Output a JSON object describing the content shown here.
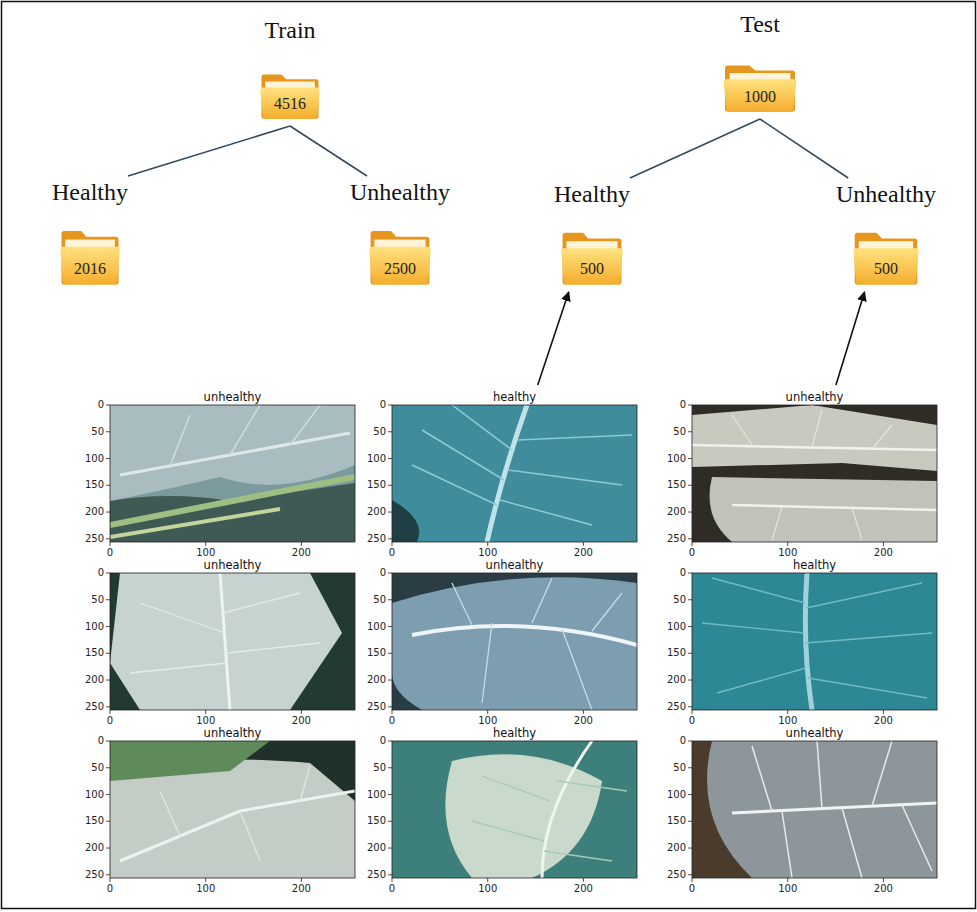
{
  "diagram": {
    "nodes": [
      {
        "text": [
          "Train",
          "4516"
        ]
      },
      {
        "text": [
          "Test",
          "1000"
        ]
      },
      {
        "text": [
          "Healthy",
          "2016"
        ]
      },
      {
        "text": [
          "Unhealthy",
          "2500"
        ]
      },
      {
        "text": [
          "Healthy",
          "500"
        ]
      },
      {
        "text": [
          "Unhealthy",
          "500"
        ]
      },
      {
        "text": [
          "unhealthy"
        ]
      },
      {
        "text": [
          "healthy"
        ]
      },
      {
        "text": [
          "unhealthy"
        ]
      },
      {
        "text": [
          "unhealthy"
        ]
      },
      {
        "text": [
          "unhealthy"
        ]
      },
      {
        "text": [
          "healthy"
        ]
      },
      {
        "text": [
          "unhealthy"
        ]
      },
      {
        "text": [
          "healthy"
        ]
      },
      {
        "text": [
          "unhealthy"
        ]
      }
    ],
    "edges": [
      {
        "from": 0,
        "to": 2,
        "arrow": "none"
      },
      {
        "from": 0,
        "to": 3,
        "arrow": "none"
      },
      {
        "from": 1,
        "to": 4,
        "arrow": "none"
      },
      {
        "from": 1,
        "to": 5,
        "arrow": "none"
      },
      {
        "from": 7,
        "to": 4,
        "arrow": "to"
      },
      {
        "from": 8,
        "to": 5,
        "arrow": "to"
      }
    ],
    "labels": [
      "0",
      "50",
      "100",
      "150",
      "200",
      "250",
      "0",
      "100",
      "200",
      "0",
      "50",
      "100",
      "150",
      "200",
      "250",
      "0",
      "100",
      "200",
      "0",
      "50",
      "100",
      "150",
      "200",
      "250",
      "0",
      "100",
      "200",
      "0",
      "50",
      "100",
      "150",
      "200",
      "250",
      "0",
      "100",
      "200",
      "0",
      "50",
      "100",
      "150",
      "200",
      "250",
      "0",
      "100",
      "200",
      "0",
      "50",
      "100",
      "150",
      "200",
      "250",
      "0",
      "100",
      "200",
      "0",
      "50",
      "100",
      "150",
      "200",
      "250",
      "0",
      "100",
      "200",
      "0",
      "50",
      "100",
      "150",
      "200",
      "250",
      "0",
      "100",
      "200",
      "0",
      "50",
      "100",
      "150",
      "200",
      "250",
      "0",
      "100",
      "200"
    ]
  }
}
